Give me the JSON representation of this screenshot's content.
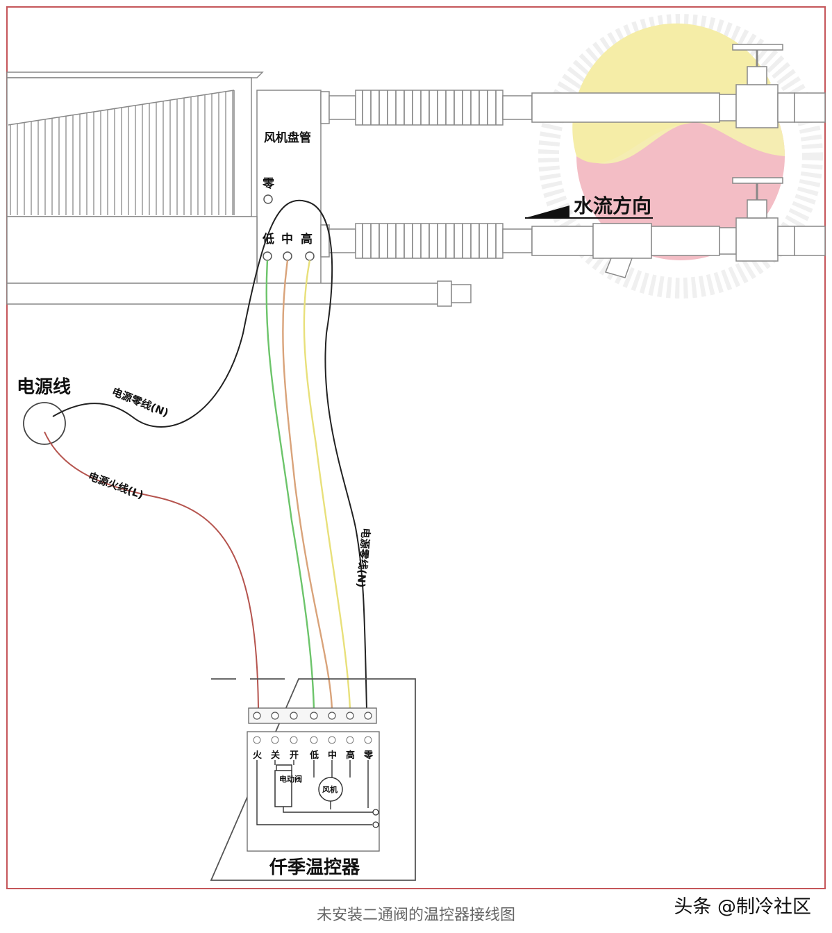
{
  "unit_label": "风机盘管",
  "terminals": {
    "neutral": "零",
    "low": "低",
    "mid": "中",
    "high": "高"
  },
  "flow_label": "水流方向",
  "power_label": "电源线",
  "neutral_wire_label": "电源零线(N)",
  "live_wire_label": "电源火线(L)",
  "neutral_branch_label": "电源零线(N)",
  "thermostat": {
    "title": "仟季温控器",
    "terminal_labels": [
      "火",
      "关",
      "开",
      "低",
      "中",
      "高",
      "零"
    ],
    "valve_label": "电动阀",
    "fan_label": "风机"
  },
  "caption": "未安装二通阀的温控器接线图",
  "watermark": "头条 @制冷社区",
  "colors": {
    "border": "#c5565a",
    "wire_green": "#6cc46a",
    "wire_orange": "#d9a37a",
    "wire_yellow": "#e8e07a",
    "wire_red": "#b5544e",
    "wire_dark": "#222222"
  }
}
